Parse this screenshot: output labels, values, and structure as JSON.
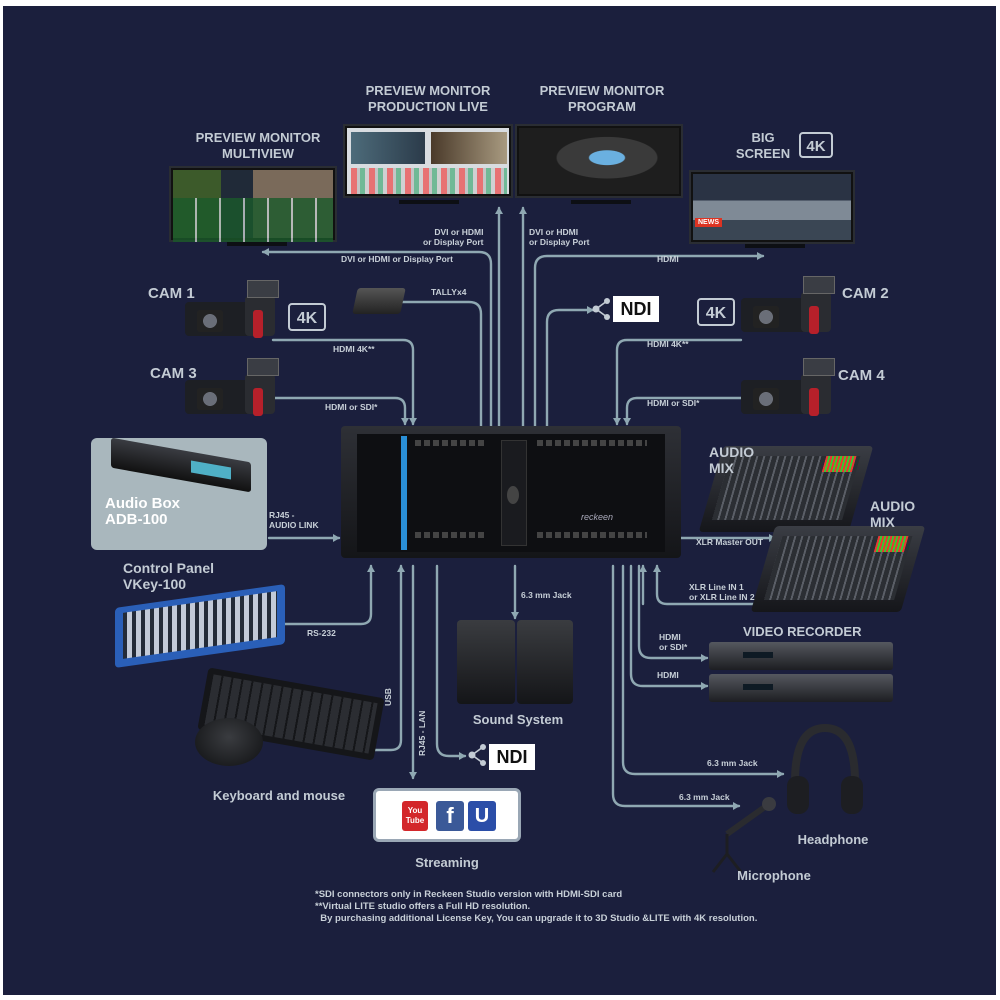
{
  "labels": {
    "pm_multiview": [
      "PREVIEW MONITOR",
      "MULTIVIEW"
    ],
    "pm_production_live": [
      "PREVIEW MONITOR",
      "PRODUCTION LIVE"
    ],
    "pm_program": [
      "PREVIEW MONITOR",
      "PROGRAM"
    ],
    "big_screen": [
      "BIG",
      "SCREEN"
    ],
    "cam1": "CAM 1",
    "cam2": "CAM 2",
    "cam3": "CAM 3",
    "cam4": "CAM 4",
    "audio_box": [
      "Audio Box",
      "ADB-100"
    ],
    "audio_mix1": [
      "AUDIO",
      "MIX"
    ],
    "audio_mix2": [
      "AUDIO",
      "MIX"
    ],
    "control_panel": [
      "Control Panel",
      "VKey-100"
    ],
    "video_recorder": "VIDEO RECORDER",
    "sound_system": "Sound System",
    "keyboard_mouse": "Keyboard and mouse",
    "streaming": "Streaming",
    "headphone": "Headphone",
    "microphone": "Microphone",
    "ndi_top": "NDI",
    "ndi_bottom": "NDI",
    "badge_4k": "4K",
    "news_text": "NEWS",
    "server_brand": "reckeen"
  },
  "connections": {
    "dvi_hdmi_dp_left": [
      "DVI or HDMI",
      "or Display Port"
    ],
    "dvi_hdmi_dp_right": [
      "DVI or HDMI",
      "or Display Port"
    ],
    "dvi_hdmi_dp_long": "DVI or HDMI or Display Port",
    "hdmi_big": "HDMI",
    "tally": "TALLYx4",
    "hdmi4k_cam1": "HDMI 4K**",
    "hdmi4k_cam2": "HDMI 4K**",
    "hdmi_sdi_cam3": "HDMI or SDI*",
    "hdmi_sdi_cam4": "HDMI or SDI*",
    "rj45_audio": [
      "RJ45 -",
      "AUDIO LINK"
    ],
    "xlr_master": "XLR Master OUT",
    "xlr_line": [
      "XLR Line IN 1",
      "or XLR Line IN 2"
    ],
    "rs232": "RS-232",
    "jack_sound": "6.3 mm Jack",
    "hdmi_sdi_rec": [
      "HDMI",
      "or SDI*"
    ],
    "hdmi_rec": "HDMI",
    "usb": "USB",
    "rj45_lan": "RJ45 - LAN",
    "jack_headphone": "6.3 mm Jack",
    "jack_mic": "6.3 mm Jack"
  },
  "footnotes": [
    "*SDI connectors only in Reckeen Studio version with HDMI-SDI card",
    "**Virtual LITE studio offers a Full HD resolution.",
    "  By purchasing additional License Key, You can upgrade it to 3D Studio &LITE with 4K resolution."
  ],
  "colors": {
    "background": "#1b1f3d",
    "wire": "#8fa8b2",
    "label": "#c3cbd4",
    "accent_blue": "#2a8fd6",
    "youtube_red": "#d3272b",
    "facebook_blue": "#3b5998"
  },
  "icons": [
    "youtube-icon",
    "facebook-icon",
    "ustream-icon",
    "ndi-network-icon",
    "4k-badge-icon"
  ]
}
